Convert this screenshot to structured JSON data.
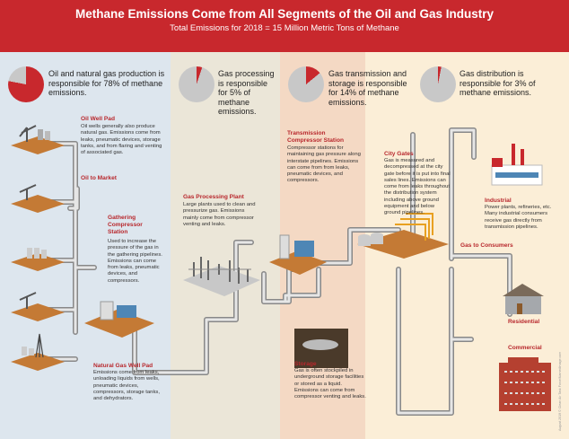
{
  "header": {
    "title": "Methane Emissions Come from All Segments of the Oil and Gas Industry",
    "subtitle": "Total Emissions for 2018 = 15 Million Metric Tons of Methane"
  },
  "colors": {
    "header": "#c8282d",
    "production_band": "#dde6ee",
    "processing_band": "#ebe6d8",
    "transmission_band": "#f4d9c4",
    "distribution_band": "#fbeed7",
    "pie_slice": "#c8282d",
    "pie_base": "#c8c8c8"
  },
  "segments": [
    {
      "text": "Oil and natural gas production is responsible for 78% of methane emissions.",
      "share": 78
    },
    {
      "text": "Gas processing is responsible for 5% of methane emissions.",
      "share": 5
    },
    {
      "text": "Gas transmission and storage is responsible for 14% of methane emissions.",
      "share": 14
    },
    {
      "text": "Gas distribution is responsible for 3% of methane emissions.",
      "share": 3
    }
  ],
  "labels": {
    "oil_well_pad": {
      "title": "Oil Well Pad",
      "body": "Oil wells generally also produce natural gas. Emissions come from leaks, pneumatic devices, storage tanks, and from flaring and venting of associated gas."
    },
    "oil_to_market": {
      "title": "Oil to Market"
    },
    "gathering": {
      "title": "Gathering Compressor Station",
      "body": "Used to increase the pressure of the gas in the gathering pipelines. Emissions can come from leaks, pneumatic devices, and compressors."
    },
    "natural_gas_well_pad": {
      "title": "Natural Gas Well Pad",
      "body": "Emissions come from leaks, unloading liquids from wells, pneumatic devices, compressors, storage tanks, and dehydrators."
    },
    "gas_processing": {
      "title": "Gas Processing Plant",
      "body": "Large plants used to clean and pressurize gas. Emissions mainly come from compressor venting and leaks."
    },
    "transmission_compressor": {
      "title": "Transmission Compressor Station",
      "body": "Compressor stations for maintaining gas pressure along interstate pipelines. Emissions can come from from leaks, pneumatic devices, and compressors."
    },
    "storage": {
      "title": "Storage",
      "body": "Gas is often stockpiled in underground storage facilities or stored as a liquid. Emissions can come from compressor venting and leaks."
    },
    "city_gates": {
      "title": "City Gates",
      "body": "Gas is measured and decompressed at the city gate before it is put into final sales lines. Emissions can come from leaks throughout the distribution system including above ground equipment and below ground pipelines."
    },
    "industrial": {
      "title": "Industrial",
      "body": "Power plants, refineries, etc. Many industrial consumers receive gas directly from transmission pipelines."
    },
    "gas_to_consumers": {
      "title": "Gas to Consumers"
    },
    "residential": {
      "title": "Residential"
    },
    "commercial": {
      "title": "Commercial"
    }
  },
  "credit": "August 2019 © Clean Air Task Force/NamedImage.com"
}
